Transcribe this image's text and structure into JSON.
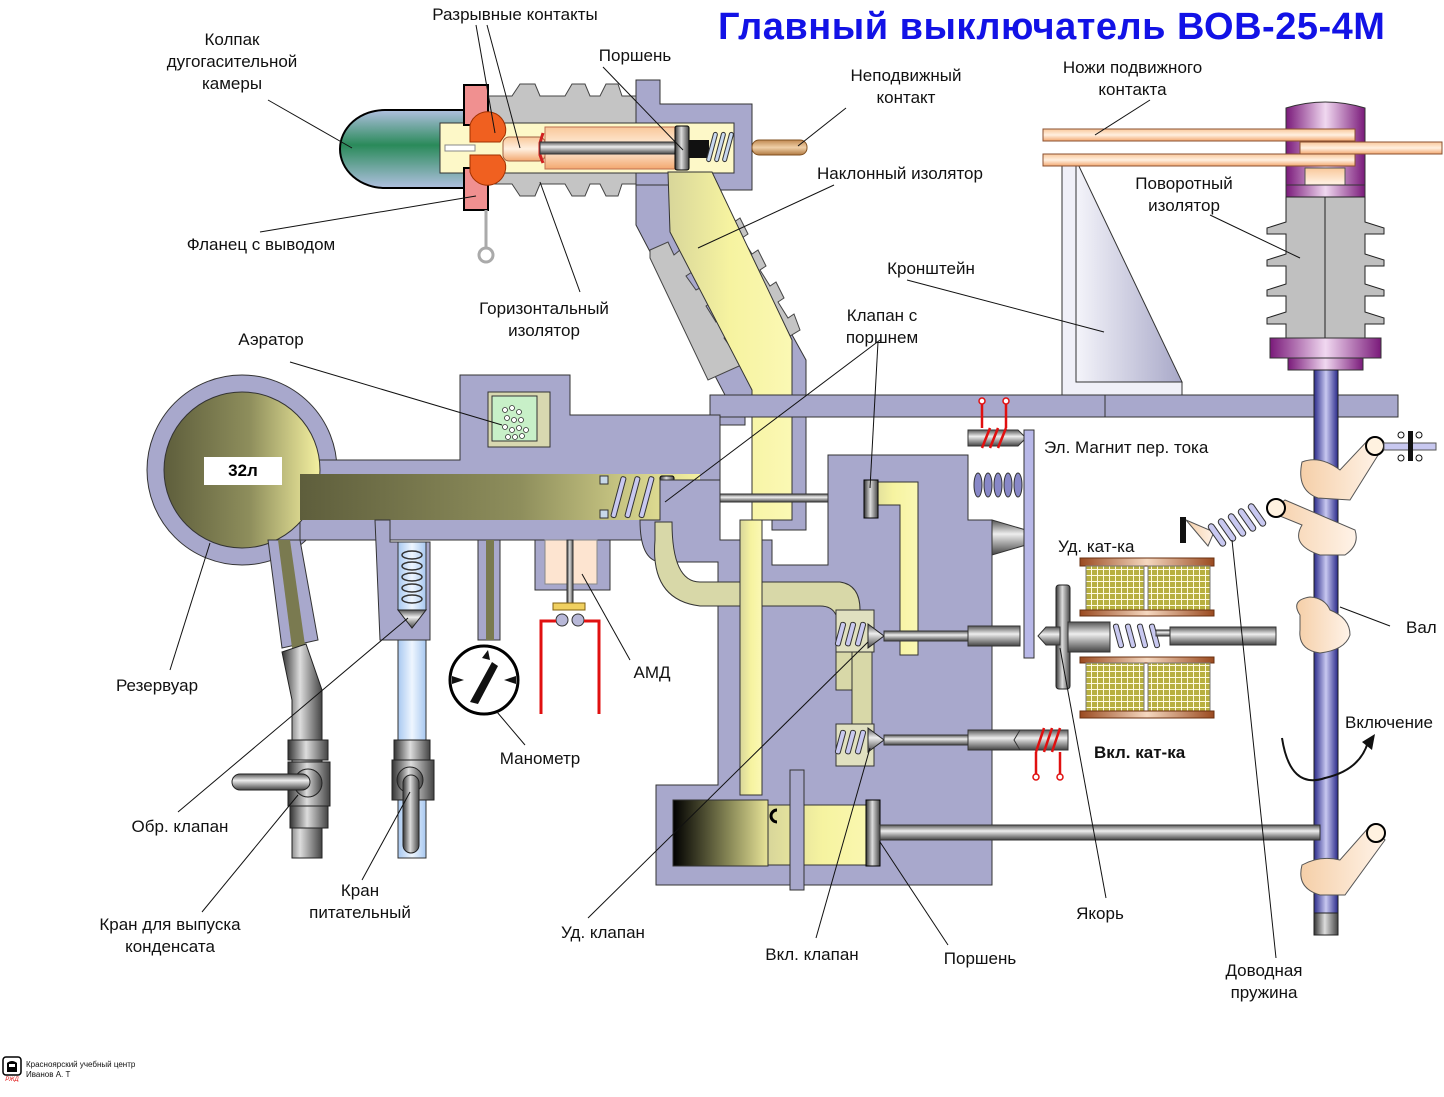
{
  "title": "Главный выключатель ВОВ-25-4М",
  "tank_volume": "32л",
  "labels": {
    "arc_chamber_cap": "Колпак\nдугогасительной\nкамеры",
    "break_contacts": "Разрывные контакты",
    "piston_top": "Поршень",
    "fixed_contact": "Неподвижный\nконтакт",
    "moving_contact_knives": "Ножи подвижного\nконтакта",
    "inclined_insulator": "Наклонный изолятор",
    "flange_with_terminal": "Фланец с выводом",
    "horizontal_insulator": "Горизонтальный\nизолятор",
    "rotary_insulator": "Поворотный\nизолятор",
    "bracket": "Кронштейн",
    "valve_with_piston": "Клапан с\nпоршнем",
    "aerator": "Аэратор",
    "overcurrent_magnet": "Эл. Магнит пер. тока",
    "trip_coil": "Уд. кат-ка",
    "shaft": "Вал",
    "closing": "Включение",
    "closing_coil": "Вкл. кат-ка",
    "reservoir": "Резервуар",
    "amd": "АМД",
    "manometer": "Манометр",
    "check_valve": "Обр. клапан",
    "supply_cock": "Кран\nпитательный",
    "condensate_drain_cock": "Кран для выпуска\nконденсата",
    "trip_valve": "Уд. клапан",
    "closing_valve": "Вкл. клапан",
    "piston_bottom": "Поршень",
    "armature": "Якорь",
    "closing_spring": "Доводная\nпружина"
  },
  "footer": {
    "org": "Красноярский учебный центр",
    "author": "Иванов А. Т"
  },
  "colors": {
    "title": "#1212e6",
    "body": "#a8a8cc",
    "air": "#f4f09a",
    "reservoir": "#7a7a50",
    "insulator": "#c0c0c0",
    "contact": "#f7b98a",
    "rotary_cap": "#8a2a8a",
    "shaft": "#3a3aa0",
    "coil_wire": "#e01010"
  }
}
